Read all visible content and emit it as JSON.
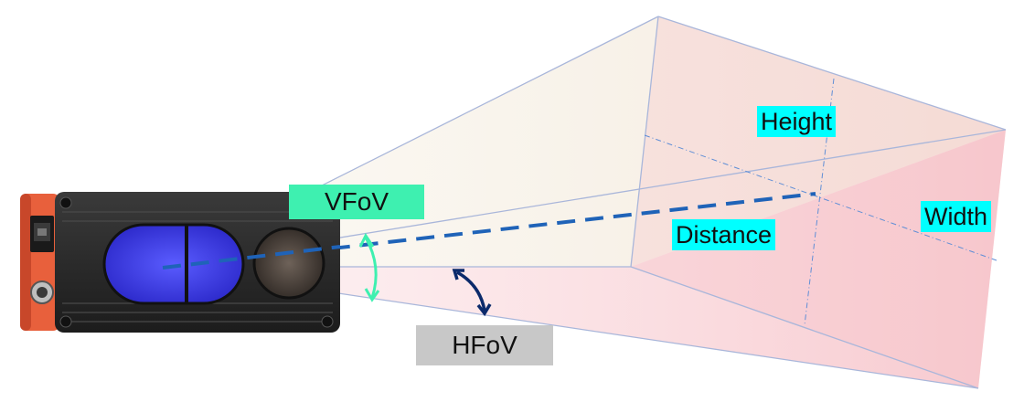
{
  "labels": {
    "height": "Height",
    "width": "Width",
    "distance": "Distance",
    "vfov": "VFoV",
    "hfov": "HFoV"
  },
  "colors": {
    "frustum_pink": "#f7c6cc",
    "frustum_beige": "#efe5cf",
    "edge_line": "#a9b6da",
    "distance_line": "#1f63b8",
    "vfov_arrow": "#3ef0b0",
    "hfov_arrow": "#0b2a6b",
    "label_cyan": "#00ffff",
    "label_vfov_bg": "#3ef0b0",
    "label_hfov_bg": "#c8c8c8",
    "device_body": "#2b2b2b",
    "device_accent": "#e8603c",
    "lens_blue": "#3a3cf0"
  },
  "icons": {
    "device": "tof-camera-icon",
    "ethernet_port": "ethernet-port-icon",
    "connector": "m12-connector-icon"
  }
}
